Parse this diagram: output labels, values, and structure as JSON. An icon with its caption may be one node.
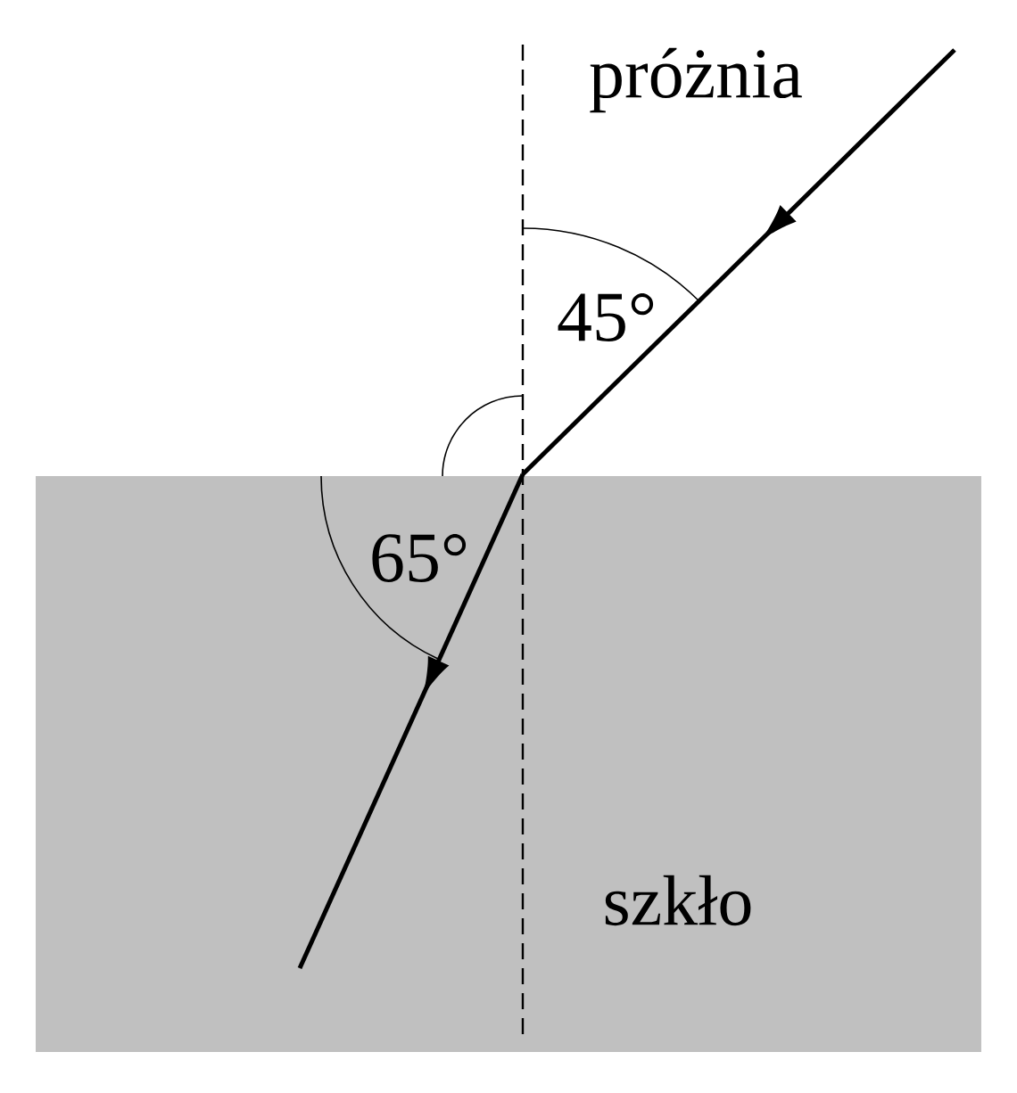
{
  "diagram": {
    "labels": [
      "próżnia",
      "45°",
      "65°",
      "szkło"
    ]
  }
}
